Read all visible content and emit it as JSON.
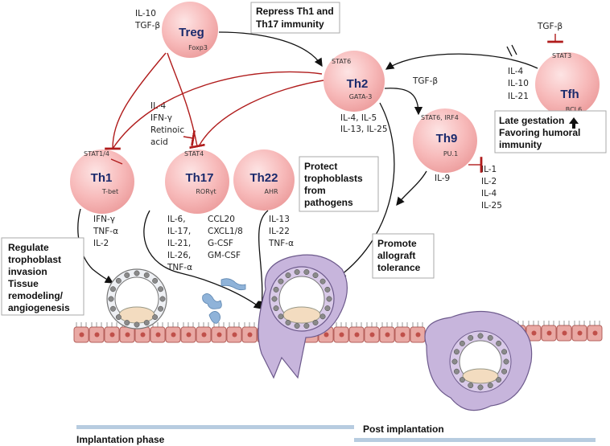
{
  "cells": {
    "treg": {
      "name": "Treg",
      "marker": "Foxp3",
      "cytokines": [
        "IL-10",
        "TGF-β"
      ]
    },
    "th2": {
      "name": "Th2",
      "upper": "STAT6",
      "marker": "GATA-3",
      "cytokines": [
        "IL-4, IL-5",
        "IL-13, IL-25"
      ]
    },
    "tfh": {
      "name": "Tfh",
      "upper": "STAT3",
      "marker": "BCL6",
      "inducer": "TGF-β",
      "cytokines": [
        "IL-4",
        "IL-10",
        "IL-21"
      ]
    },
    "th9": {
      "name": "Th9",
      "upper": "STAT6, IRF4",
      "marker": "PU.1",
      "inducer": "TGF-β",
      "cytokine": "IL-9",
      "inhibitors": [
        "IL-1",
        "IL-2",
        "IL-4",
        "IL-25"
      ]
    },
    "th1": {
      "name": "Th1",
      "upper": "STAT1/4",
      "marker": "T-bet",
      "cytokines": [
        "IFN-γ",
        "TNF-α",
        "IL-2"
      ]
    },
    "th17": {
      "name": "Th17",
      "upper": "STAT4",
      "marker": "RORγt",
      "inhibitors": [
        "IL-4",
        "IFN-γ",
        "Retinoic",
        "acid"
      ],
      "cytokines_left": [
        "IL-6,",
        "IL-17,",
        "IL-21,",
        "IL-26,",
        "TNF-α"
      ],
      "cytokines_right": [
        "CCL20",
        "CXCL1/8",
        "G-CSF",
        "GM-CSF"
      ]
    },
    "th22": {
      "name": "Th22",
      "marker": "AHR",
      "cytokines": [
        "IL-13",
        "IL-22",
        "TNF-α"
      ]
    }
  },
  "boxes": {
    "repress": [
      "Repress Th1 and",
      "Th17 immunity"
    ],
    "protect": [
      "Protect",
      "trophoblasts",
      "from",
      "pathogens"
    ],
    "promote": [
      "Promote",
      "allograft",
      "tolerance"
    ],
    "late": [
      "Late gestation",
      "Favoring humoral",
      "immunity"
    ],
    "regulate": [
      "Regulate",
      "trophoblast",
      "invasion",
      "Tissue",
      "remodeling/",
      "angiogenesis"
    ]
  },
  "phases": {
    "implantation": "Implantation phase",
    "post": "Post implantation"
  },
  "colors": {
    "cell_fill": "#f6b3b3",
    "cell_name": "#1a2a6c",
    "inhibit_line": "#b01c1c",
    "epithelium": "#e8a3a0",
    "trophoblast": "#c9b6dc",
    "phase_bar": "#b7cce0"
  }
}
